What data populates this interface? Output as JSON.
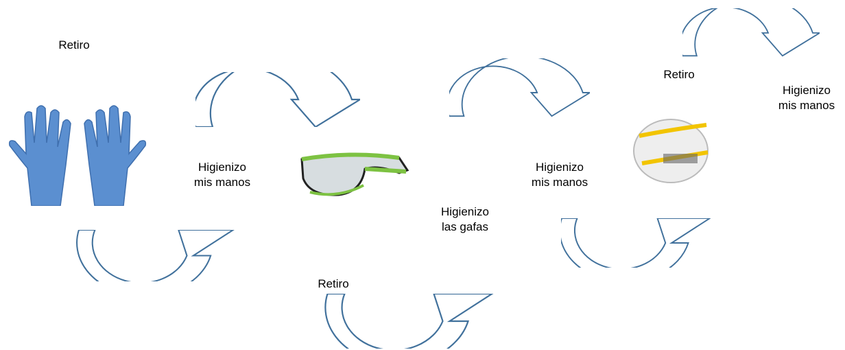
{
  "colors": {
    "arrow_stroke": "#41719c",
    "arrow_fill": "#ffffff",
    "glove": "#5b8fd0",
    "glasses_frame": "#7dc242",
    "mask": "#eeeeee",
    "mask_strap": "#f2c400"
  },
  "icons": [
    "gloves-icon",
    "safety-glasses-icon",
    "respirator-mask-icon"
  ],
  "steps": [
    {
      "label": "Retiro"
    },
    {
      "label": "Higienizo\nmis manos"
    },
    {
      "label": "Retiro"
    },
    {
      "label": "Higienizo\nlas gafas"
    },
    {
      "label": "Higienizo\nmis manos"
    },
    {
      "label": "Retiro"
    },
    {
      "label": "Higienizo\nmis manos"
    }
  ]
}
